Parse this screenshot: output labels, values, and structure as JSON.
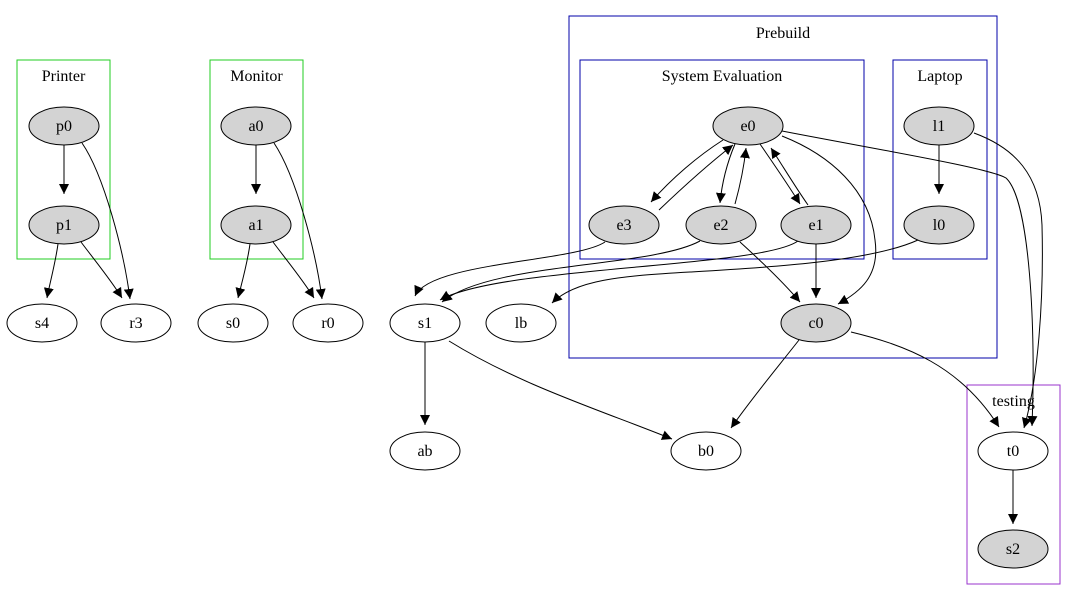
{
  "graph": {
    "clusters": [
      {
        "id": "printer",
        "label": "Printer",
        "color": "#22cc22"
      },
      {
        "id": "monitor",
        "label": "Monitor",
        "color": "#22cc22"
      },
      {
        "id": "prebuild",
        "label": "Prebuild",
        "color": "#0000aa"
      },
      {
        "id": "system_evaluation",
        "label": "System Evaluation",
        "color": "#0000aa"
      },
      {
        "id": "laptop",
        "label": "Laptop",
        "color": "#0000aa"
      },
      {
        "id": "testing",
        "label": "testing",
        "color": "#9933cc"
      }
    ],
    "nodes": [
      {
        "id": "p0",
        "label": "p0",
        "filled": true
      },
      {
        "id": "p1",
        "label": "p1",
        "filled": true
      },
      {
        "id": "s4",
        "label": "s4",
        "filled": false
      },
      {
        "id": "r3",
        "label": "r3",
        "filled": false
      },
      {
        "id": "a0",
        "label": "a0",
        "filled": true
      },
      {
        "id": "a1",
        "label": "a1",
        "filled": true
      },
      {
        "id": "s0",
        "label": "s0",
        "filled": false
      },
      {
        "id": "r0",
        "label": "r0",
        "filled": false
      },
      {
        "id": "e0",
        "label": "e0",
        "filled": true
      },
      {
        "id": "e1",
        "label": "e1",
        "filled": true
      },
      {
        "id": "e2",
        "label": "e2",
        "filled": true
      },
      {
        "id": "e3",
        "label": "e3",
        "filled": true
      },
      {
        "id": "l1",
        "label": "l1",
        "filled": true
      },
      {
        "id": "l0",
        "label": "l0",
        "filled": true
      },
      {
        "id": "c0",
        "label": "c0",
        "filled": true
      },
      {
        "id": "s1",
        "label": "s1",
        "filled": false
      },
      {
        "id": "lb",
        "label": "lb",
        "filled": false
      },
      {
        "id": "ab",
        "label": "ab",
        "filled": false
      },
      {
        "id": "b0",
        "label": "b0",
        "filled": false
      },
      {
        "id": "t0",
        "label": "t0",
        "filled": false
      },
      {
        "id": "s2",
        "label": "s2",
        "filled": true
      }
    ],
    "edges": [
      {
        "from": "p0",
        "to": "p1"
      },
      {
        "from": "p0",
        "to": "r3"
      },
      {
        "from": "p1",
        "to": "s4"
      },
      {
        "from": "p1",
        "to": "r3"
      },
      {
        "from": "a0",
        "to": "a1"
      },
      {
        "from": "a0",
        "to": "r0"
      },
      {
        "from": "a1",
        "to": "s0"
      },
      {
        "from": "a1",
        "to": "r0"
      },
      {
        "from": "e0",
        "to": "e3"
      },
      {
        "from": "e3",
        "to": "e0"
      },
      {
        "from": "e0",
        "to": "e2"
      },
      {
        "from": "e2",
        "to": "e0"
      },
      {
        "from": "e0",
        "to": "e1"
      },
      {
        "from": "e1",
        "to": "e0"
      },
      {
        "from": "e0",
        "to": "c0"
      },
      {
        "from": "e0",
        "to": "t0"
      },
      {
        "from": "e1",
        "to": "c0"
      },
      {
        "from": "e1",
        "to": "s1"
      },
      {
        "from": "e2",
        "to": "c0"
      },
      {
        "from": "e2",
        "to": "s1"
      },
      {
        "from": "e3",
        "to": "s1"
      },
      {
        "from": "l1",
        "to": "l0"
      },
      {
        "from": "l1",
        "to": "t0"
      },
      {
        "from": "l0",
        "to": "lb"
      },
      {
        "from": "c0",
        "to": "b0"
      },
      {
        "from": "c0",
        "to": "t0"
      },
      {
        "from": "s1",
        "to": "ab"
      },
      {
        "from": "s1",
        "to": "b0"
      },
      {
        "from": "t0",
        "to": "s2"
      }
    ],
    "fill_color": "#d3d3d3",
    "edge_color": "#000000"
  }
}
